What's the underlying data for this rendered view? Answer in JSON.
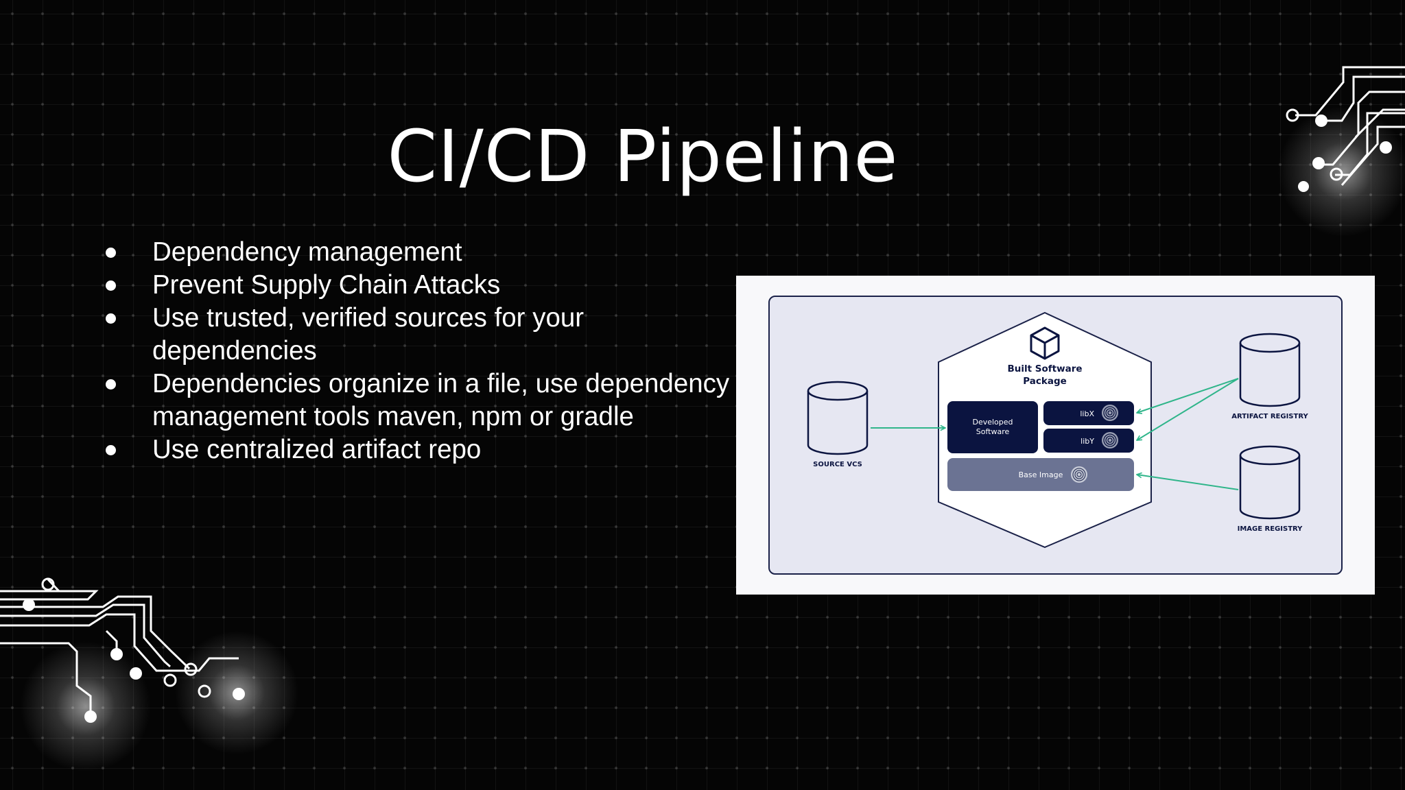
{
  "slide": {
    "title": "CI/CD Pipeline",
    "bullets": [
      "Dependency management",
      "Prevent Supply Chain Attacks",
      "Use trusted, verified sources for your dependencies",
      "Dependencies organize in a file, use dependency management tools maven, npm or gradle",
      "Use centralized artifact repo"
    ]
  },
  "diagram": {
    "package_title_line1": "Built Software",
    "package_title_line2": "Package",
    "developed_line1": "Developed",
    "developed_line2": "Software",
    "libx": "libX",
    "liby": "libY",
    "base_image": "Base Image",
    "source_vcs": "SOURCE VCS",
    "artifact_registry": "ARTIFACT REGISTRY",
    "image_registry": "IMAGE REGISTRY"
  },
  "colors": {
    "background": "#050505",
    "navy": "#0b1440",
    "base_image_fill": "#6b7393",
    "arrow": "#2fb58a",
    "panel": "#e6e7f2"
  }
}
